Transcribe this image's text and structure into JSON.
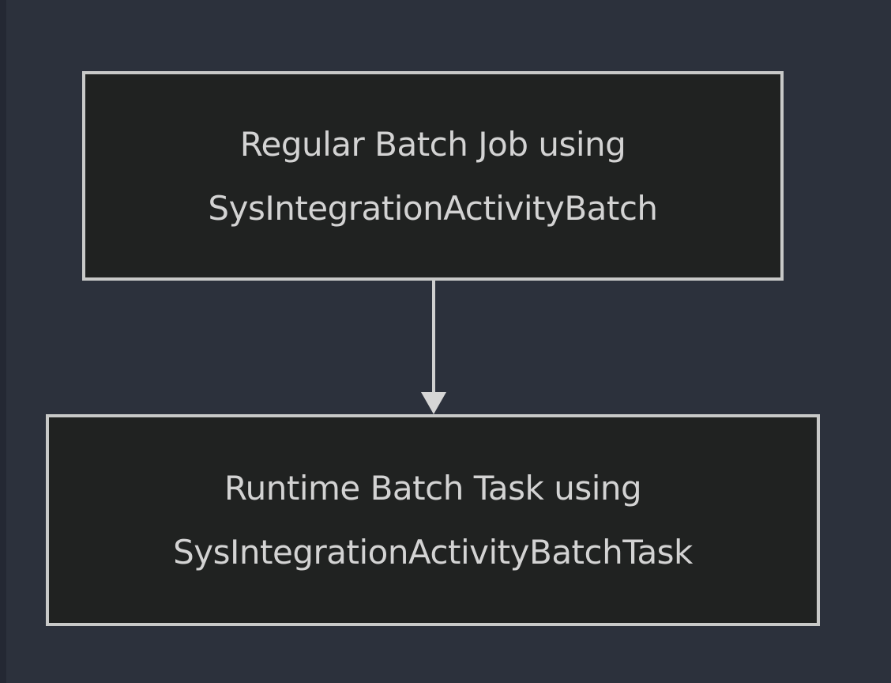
{
  "diagram": {
    "title": "batch-job-flow-diagram",
    "nodes": [
      {
        "id": "regular-batch-job",
        "line1": "Regular Batch Job using",
        "line2": "SysIntegrationActivityBatch"
      },
      {
        "id": "runtime-batch-task",
        "line1": "Runtime Batch Task using",
        "line2": "SysIntegrationActivityBatchTask"
      }
    ],
    "edges": [
      {
        "from": "regular-batch-job",
        "to": "runtime-batch-task",
        "type": "arrow-down"
      }
    ],
    "colors": {
      "background": "#2c313c",
      "left_strip": "#242833",
      "node_fill": "#202221",
      "node_border": "#c8c9c8",
      "text": "#d3d3d3",
      "arrow": "#d6d6d6"
    }
  }
}
